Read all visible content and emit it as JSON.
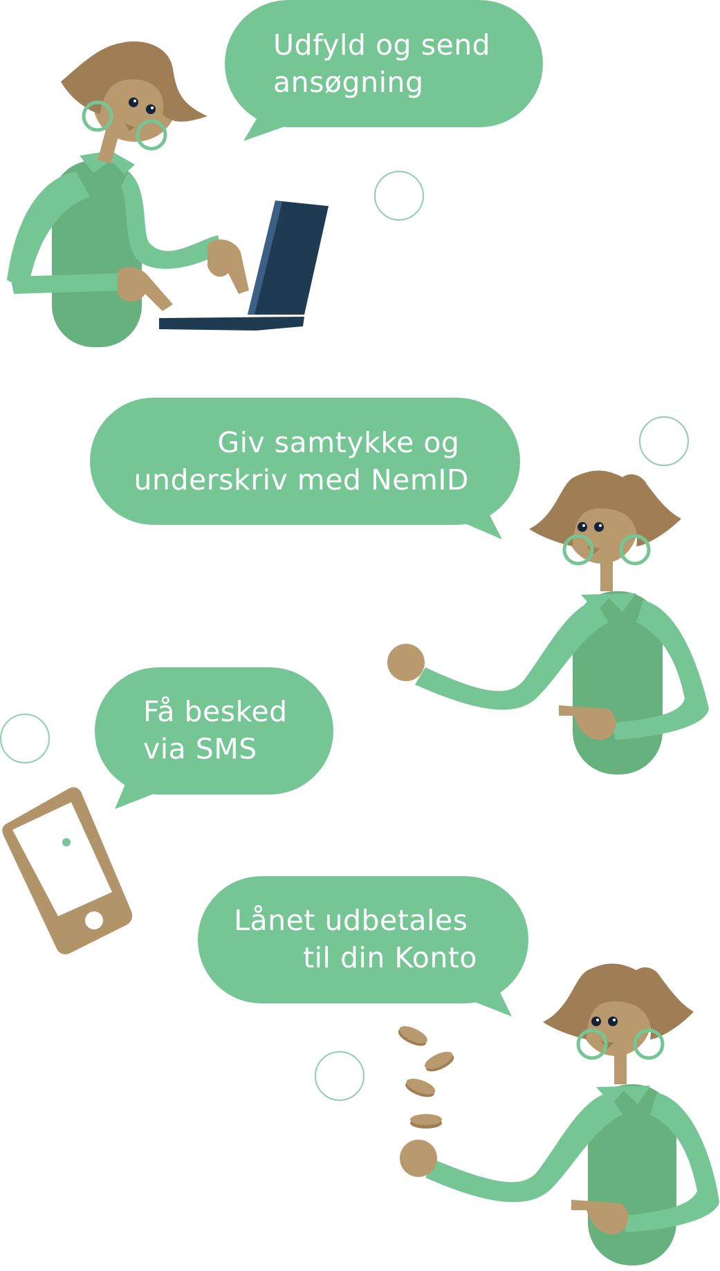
{
  "colors": {
    "bubble": "#76c595",
    "sweater": "#67b17f",
    "skin": "#b99a6e",
    "hair": "#a07e55",
    "earring": "#76c595",
    "laptop_screen": "#1f3b52",
    "laptop_edge": "#3b5f85",
    "phone": "#b2946a",
    "coin": "#a07e55",
    "ring": "#8fd0a8"
  },
  "steps": [
    {
      "lines": [
        "Udfyld og send",
        "ansøgning"
      ]
    },
    {
      "lines": [
        "Giv samtykke og",
        "underskriv med NemID"
      ]
    },
    {
      "lines": [
        "Få besked",
        "via SMS"
      ]
    },
    {
      "lines": [
        "Lånet udbetales",
        "til din Konto"
      ]
    }
  ],
  "icons": {
    "figure_laptop": "woman-at-laptop-icon",
    "figure_pointing": "woman-pointing-icon",
    "phone": "smartphone-icon",
    "figure_coins": "woman-with-coins-icon"
  }
}
